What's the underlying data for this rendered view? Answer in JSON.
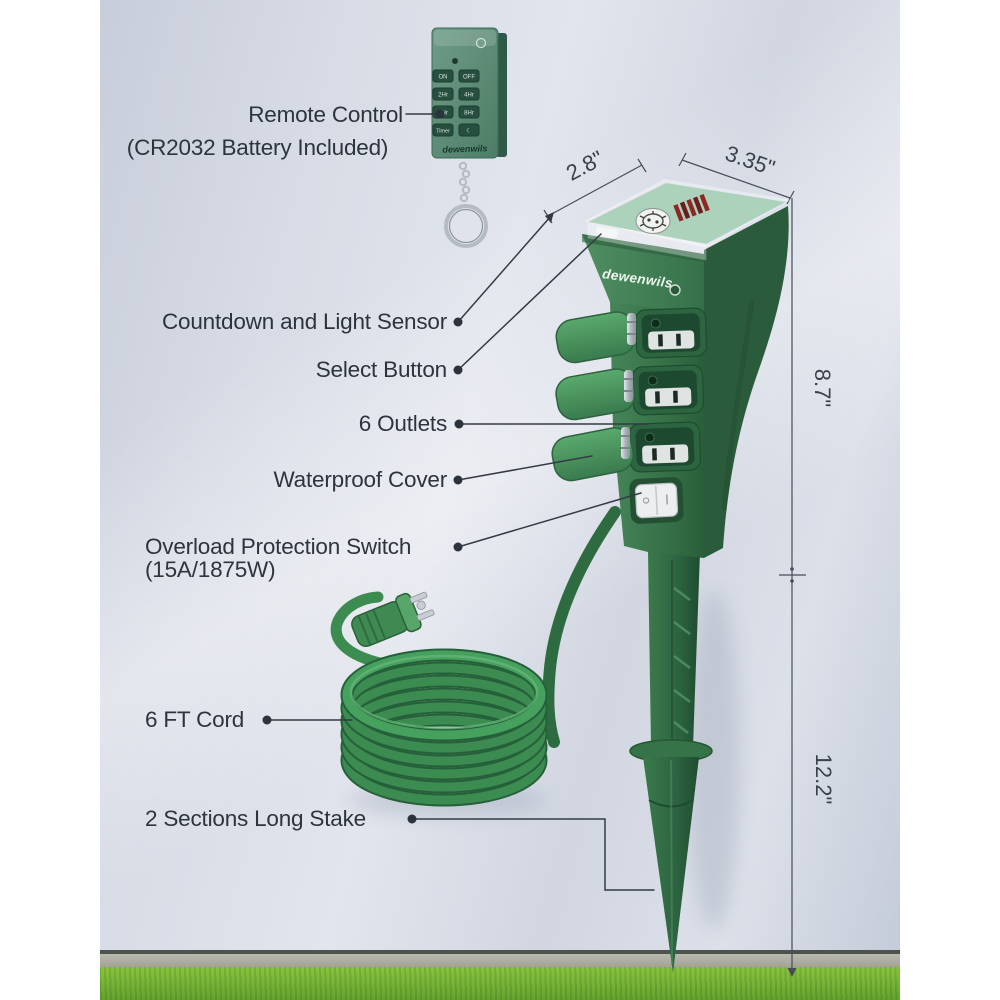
{
  "scene": {
    "wall_color": "#d5dae4",
    "grass_color": "#79b637",
    "accent_green": "#3f7d4f",
    "label_color": "#2d343e"
  },
  "device": {
    "brand": "dewenwils",
    "body_color": "#3c7a4e",
    "cover_color": "#4f9e62",
    "cord_color": "#3c8b51"
  },
  "remote": {
    "brand": "dewenwils",
    "battery_note": "(CR2032 Battery Included)",
    "buttons": [
      "ON",
      "OFF",
      "2Hr",
      "4Hr",
      "6Hr",
      "8Hr",
      "Timer",
      "☾"
    ]
  },
  "callouts": {
    "remote": "Remote Control",
    "battery": "(CR2032 Battery Included)",
    "sensor": "Countdown and Light Sensor",
    "select": "Select Button",
    "outlets": "6 Outlets",
    "waterproof": "Waterproof Cover",
    "overload": "Overload Protection Switch",
    "overload_sub": "(15A/1875W)",
    "cord": "6 FT Cord",
    "stake": "2 Sections Long Stake"
  },
  "dimensions": {
    "top_width": "2.8\"",
    "top_depth": "3.35\"",
    "upper_height": "8.7\"",
    "lower_height": "12.2\""
  }
}
